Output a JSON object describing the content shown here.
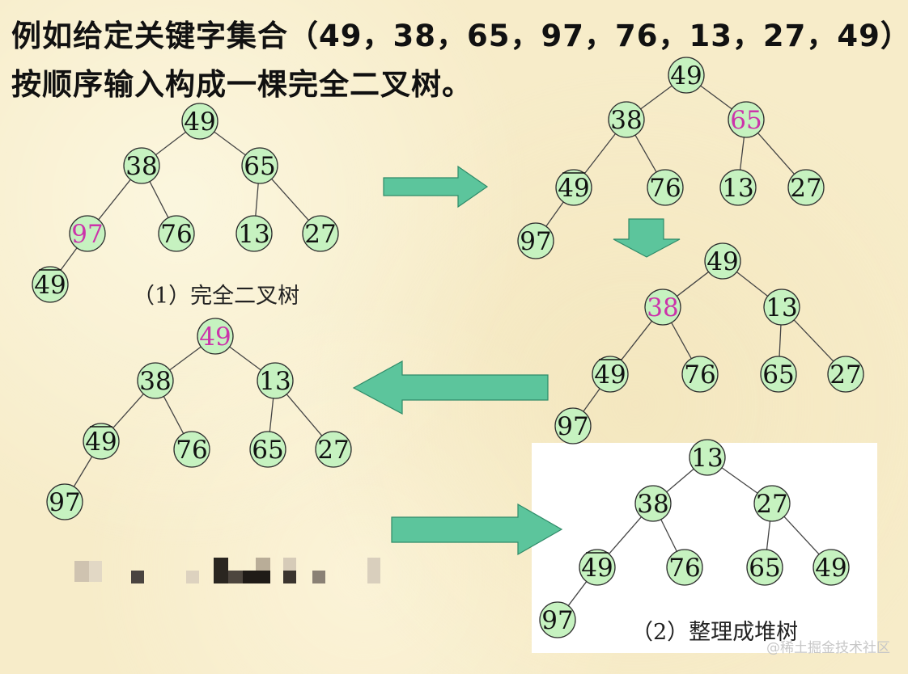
{
  "title": {
    "line1": "例如给定关键字集合（49，38，65，97，76，13，27，49）",
    "line2": "按顺序输入构成一棵完全二叉树。"
  },
  "captions": {
    "complete_tree": "（1）完全二叉树",
    "heap_tree": "（2）整理成堆树"
  },
  "colors": {
    "node_fill": "#c6f2c0",
    "node_stroke": "#2d2d2d",
    "node_text": "#111111",
    "highlight_text": "#cc33aa",
    "arrow_fill": "#5cc59c",
    "arrow_stroke": "#2f8a68",
    "edge": "#444444"
  },
  "trees": [
    {
      "name": "tree-1-complete",
      "nodes": [
        {
          "id": "a0",
          "label": "49"
        },
        {
          "id": "a1",
          "label": "38"
        },
        {
          "id": "a2",
          "label": "65"
        },
        {
          "id": "a3",
          "label": "97",
          "highlight": true
        },
        {
          "id": "a4",
          "label": "76"
        },
        {
          "id": "a5",
          "label": "13"
        },
        {
          "id": "a6",
          "label": "27"
        },
        {
          "id": "a7",
          "label": "49",
          "overline": true
        }
      ]
    },
    {
      "name": "tree-2-swap-97",
      "nodes": [
        {
          "id": "b0",
          "label": "49"
        },
        {
          "id": "b1",
          "label": "38"
        },
        {
          "id": "b2",
          "label": "65",
          "highlight": true
        },
        {
          "id": "b3",
          "label": "49",
          "overline": true
        },
        {
          "id": "b4",
          "label": "76"
        },
        {
          "id": "b5",
          "label": "13"
        },
        {
          "id": "b6",
          "label": "27"
        },
        {
          "id": "b7",
          "label": "97"
        }
      ]
    },
    {
      "name": "tree-3-swap-65",
      "nodes": [
        {
          "id": "c0",
          "label": "49"
        },
        {
          "id": "c1",
          "label": "38",
          "highlight": true
        },
        {
          "id": "c2",
          "label": "13"
        },
        {
          "id": "c3",
          "label": "49",
          "overline": true
        },
        {
          "id": "c4",
          "label": "76"
        },
        {
          "id": "c5",
          "label": "65"
        },
        {
          "id": "c6",
          "label": "27"
        },
        {
          "id": "c7",
          "label": "97"
        }
      ]
    },
    {
      "name": "tree-4-root-sift",
      "nodes": [
        {
          "id": "d0",
          "label": "49",
          "highlight": true
        },
        {
          "id": "d1",
          "label": "38"
        },
        {
          "id": "d2",
          "label": "13"
        },
        {
          "id": "d3",
          "label": "49",
          "overline": true
        },
        {
          "id": "d4",
          "label": "76"
        },
        {
          "id": "d5",
          "label": "65"
        },
        {
          "id": "d6",
          "label": "27"
        },
        {
          "id": "d7",
          "label": "97"
        }
      ]
    },
    {
      "name": "tree-5-heap",
      "nodes": [
        {
          "id": "e0",
          "label": "13"
        },
        {
          "id": "e1",
          "label": "38"
        },
        {
          "id": "e2",
          "label": "27"
        },
        {
          "id": "e3",
          "label": "49",
          "overline": true
        },
        {
          "id": "e4",
          "label": "76"
        },
        {
          "id": "e5",
          "label": "65"
        },
        {
          "id": "e6",
          "label": "49"
        },
        {
          "id": "e7",
          "label": "97"
        }
      ]
    }
  ],
  "arrows": [
    {
      "name": "arrow-right-top",
      "direction": "right"
    },
    {
      "name": "arrow-down",
      "direction": "down"
    },
    {
      "name": "arrow-left",
      "direction": "left"
    },
    {
      "name": "arrow-right-bottom",
      "direction": "right"
    }
  ],
  "watermark": "@稀土掘金技术社区"
}
